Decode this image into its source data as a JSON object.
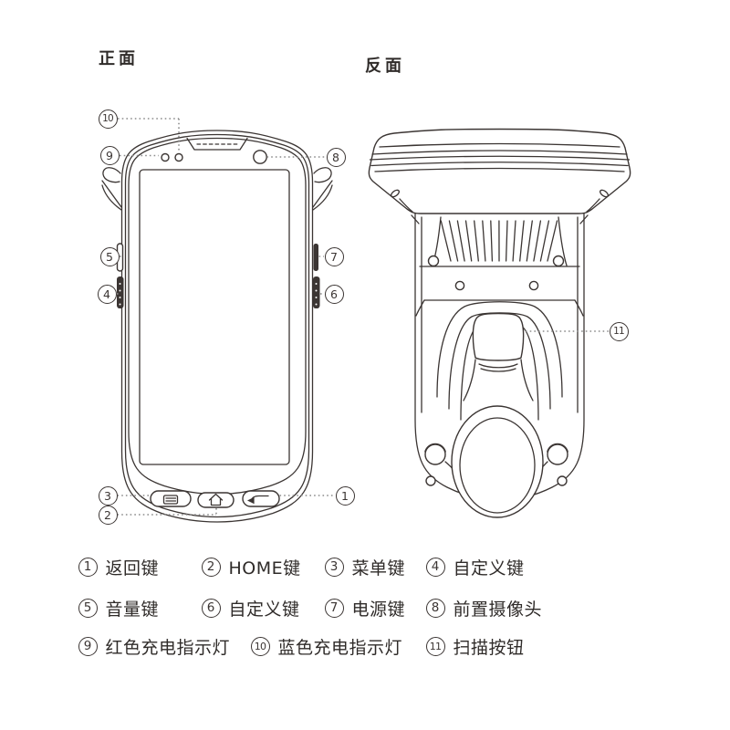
{
  "titles": {
    "front": "正面",
    "back": "反面"
  },
  "legend": {
    "items": [
      {
        "num": "1",
        "label": "返回键"
      },
      {
        "num": "2",
        "label": "HOME键"
      },
      {
        "num": "3",
        "label": "菜单键"
      },
      {
        "num": "4",
        "label": "自定义键"
      },
      {
        "num": "5",
        "label": "音量键"
      },
      {
        "num": "6",
        "label": "自定义键"
      },
      {
        "num": "7",
        "label": "电源键"
      },
      {
        "num": "8",
        "label": "前置摄像头"
      },
      {
        "num": "9",
        "label": "红色充电指示灯"
      },
      {
        "num": "10",
        "label": "蓝色充电指示灯"
      },
      {
        "num": "11",
        "label": "扫描按钮"
      }
    ]
  },
  "colors": {
    "line": "#3b3533",
    "text": "#2f2b29",
    "leader": "#8c8c8c"
  }
}
